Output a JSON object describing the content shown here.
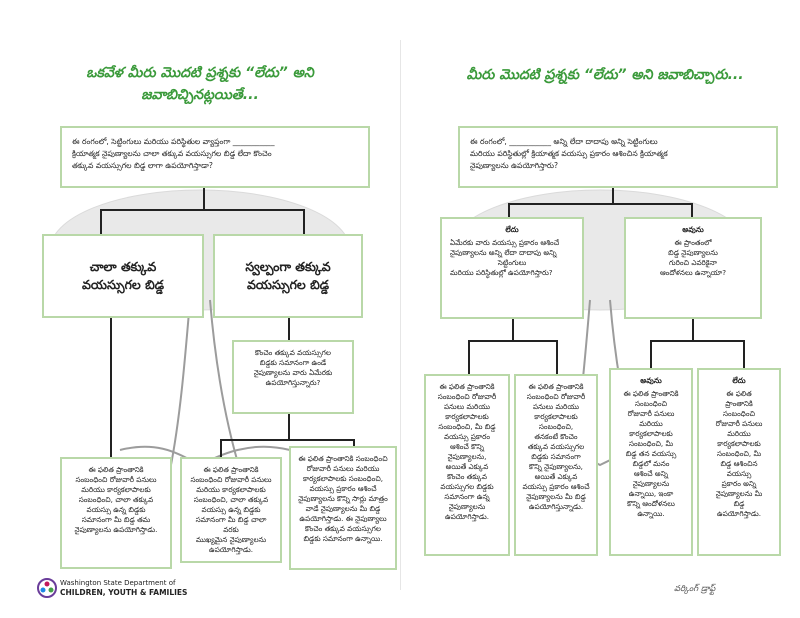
{
  "left": {
    "title": [
      "ఒకవేళ మీరు మొదటి ప్రశ్నకు “లేదు” అని",
      "జవాబిచ్చినట్లయితే..."
    ],
    "question": [
      "ఈ రంగంలో, సెట్టింగులు మరియు పరిస్థితుల వ్యాప్తంగా ___________",
      "క్రియాత్మక నైపుణ్యాలను చాలా తక్కువ వయస్సుగల బిడ్డ లేదా కొంచెం",
      "తక్కువ వయస్సుగల బిడ్డ లాగా ఉపయోగిస్తాడా?"
    ],
    "option_a": [
      "చాలా తక్కువ",
      "వయస్సుగల బిడ్డ"
    ],
    "option_b": [
      "స్వల్పంగా తక్కువ",
      "వయస్సుగల బిడ్డ"
    ],
    "sub_question": [
      "కొంచెం తక్కువ వయస్సుగల",
      "బిడ్డకు సమానంగా ఉండే",
      "నైపుణ్యాలను వారు ఏమేరకు",
      "ఉపయోగిస్తున్నారు?"
    ],
    "outcomes": [
      [
        "ఈ ఫలిత ప్రాంతానికి",
        "సంబంధించి రోజువారీ పనులు",
        "మరియు కార్యకలాపాలకు",
        "సంబంధించి, చాలా తక్కువ",
        "వయస్సు ఉన్న బిడ్డకు",
        "సమానంగా మీ బిడ్డ తమ",
        "నైపుణ్యాలను ఉపయోగిస్తాడు."
      ],
      [
        "ఈ ఫలిత ప్రాంతానికి",
        "సంబంధించి రోజువారీ పనులు",
        "మరియు కార్యకలాపాలకు",
        "సంబంధించి, చాలా తక్కువ",
        "వయస్సు ఉన్న బిడ్డకు",
        "సమానంగా మీ బిడ్డ చాలా వరకు",
        "ముఖ్యమైన నైపుణ్యాలను",
        "ఉపయోగిస్తాడు."
      ],
      [
        "ఈ ఫలిత ప్రాంతానికి సంబంధించి",
        "రోజువారీ పనులు మరియు",
        "కార్యకలాపాలకు సంబంధించి,",
        "వయస్సు ప్రకారం ఆశించే",
        "నైపుణ్యాలను కొన్ని సార్లు మాత్రం",
        "వాడే నైపుణ్యాలను మీ బిడ్డ",
        "ఉపయోగిస్తాడు. ఈ నైపుణ్యాలు",
        "కొంచెం తక్కువ వయస్సుగల",
        "బిడ్డకు సమానంగా ఉన్నాయి."
      ]
    ]
  },
  "right": {
    "title": "మీరు మొదటి ప్రశ్నకు “లేదు” అని జవాబిచ్చారు...",
    "question": [
      "ఈ రంగంలో, ___________ అన్ని లేదా దాదాపు అన్ని సెట్టింగులు",
      "మరియు పరిస్థితుల్లో క్రియాత్మక వయస్సు ప్రకారం ఆశించిన క్రియాత్మక",
      "నైపుణ్యాలను ఉపయోగిస్తారు?"
    ],
    "no_box": {
      "header": "లేదు",
      "lines": [
        "ఏమేరకు వారు వయస్సు ప్రకారం ఆశించే",
        "నైపుణ్యాలను అన్ని లేదా దాదాపు అన్ని",
        "సెట్టింగులు",
        "మరియు పరిస్థితుల్లో ఉపయోగిస్తారు?"
      ]
    },
    "yes_box": {
      "header": "అవును",
      "lines": [
        "ఈ ప్రాంతంలో",
        "బిడ్డ నైపుణ్యాలను",
        "గురించి ఎవరికైనా",
        "ఆందోళనలు ఉన్నాయా?"
      ]
    },
    "outcomes": [
      {
        "header": "",
        "lines": [
          "ఈ ఫలిత ప్రాంతానికి",
          "సంబంధించి రోజువారీ",
          "పనులు మరియు",
          "కార్యకలాపాలకు",
          "సంబంధించి, మీ బిడ్డ",
          "వయస్సు ప్రకారం",
          "ఆశించే కొన్ని",
          "నైపుణ్యాలను,",
          "అయితే ఎక్కువ",
          "కొంచెం తక్కువ",
          "వయస్సుగల బిడ్డకు",
          "సమానంగా ఉన్న",
          "నైపుణ్యాలను",
          "ఉపయోగిస్తాడు."
        ]
      },
      {
        "header": "",
        "lines": [
          "ఈ ఫలిత ప్రాంతానికి",
          "సంబంధించి రోజువారీ",
          "పనులు మరియు",
          "కార్యకలాపాలకు",
          "సంబంధించి,",
          "తనకంటే కొంచెం",
          "తక్కువ వయస్సుగల",
          "బిడ్డకు సమానంగా",
          "కొన్ని నైపుణ్యాలను,",
          "అయితే ఎక్కువ",
          "వయస్సు ప్రకారం ఆశించే",
          "నైపుణ్యాలను మీ బిడ్డ",
          "ఉపయోగిస్తున్నాడు."
        ]
      },
      {
        "header": "అవును",
        "lines": [
          "ఈ ఫలిత ప్రాంతానికి",
          "సంబంధించి",
          "రోజువారీ పనులు",
          "మరియు",
          "కార్యకలాపాలకు",
          "సంబంధించి, మీ",
          "బిడ్డ తన వయస్సు",
          "బిడ్డలో మనం",
          "ఆశించే అన్ని",
          "నైపుణ్యాలను",
          "ఉన్నాయి, ఇంకా",
          "కొన్ని ఆందోళనలు",
          "ఉన్నాయి."
        ]
      },
      {
        "header": "లేదు",
        "lines": [
          "ఈ ఫలిత",
          "ప్రాంతానికి",
          "సంబంధించి",
          "రోజువారీ పనులు",
          "మరియు",
          "కార్యకలాపాలకు",
          "సంబంధించి, మీ",
          "బిడ్డ ఆశించిన",
          "వయస్సు",
          "ప్రకారం అన్ని",
          "నైపుణ్యాలను మీ",
          "బిడ్డ",
          "ఉపయోగిస్తాడు."
        ]
      }
    ]
  },
  "footer": {
    "org_line1": "Washington State Department of",
    "org_line2": "CHILDREN, YOUTH & FAMILIES",
    "draft_label": "వర్కింగ్ డ్రాఫ్ట్"
  }
}
